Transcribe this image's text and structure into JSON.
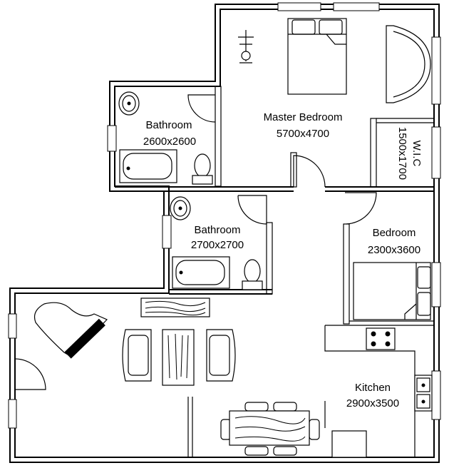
{
  "rooms": {
    "master_bedroom": {
      "name": "Master Bedroom",
      "size": "5700x4700"
    },
    "wic": {
      "name": "W.I.C",
      "size": "1500x1700"
    },
    "bathroom_1": {
      "name": "Bathroom",
      "size": "2600x2600"
    },
    "bathroom_2": {
      "name": "Bathroom",
      "size": "2700x2700"
    },
    "bedroom": {
      "name": "Bedroom",
      "size": "2300x3600"
    },
    "kitchen": {
      "name": "Kitchen",
      "size": "2900x3500"
    }
  }
}
